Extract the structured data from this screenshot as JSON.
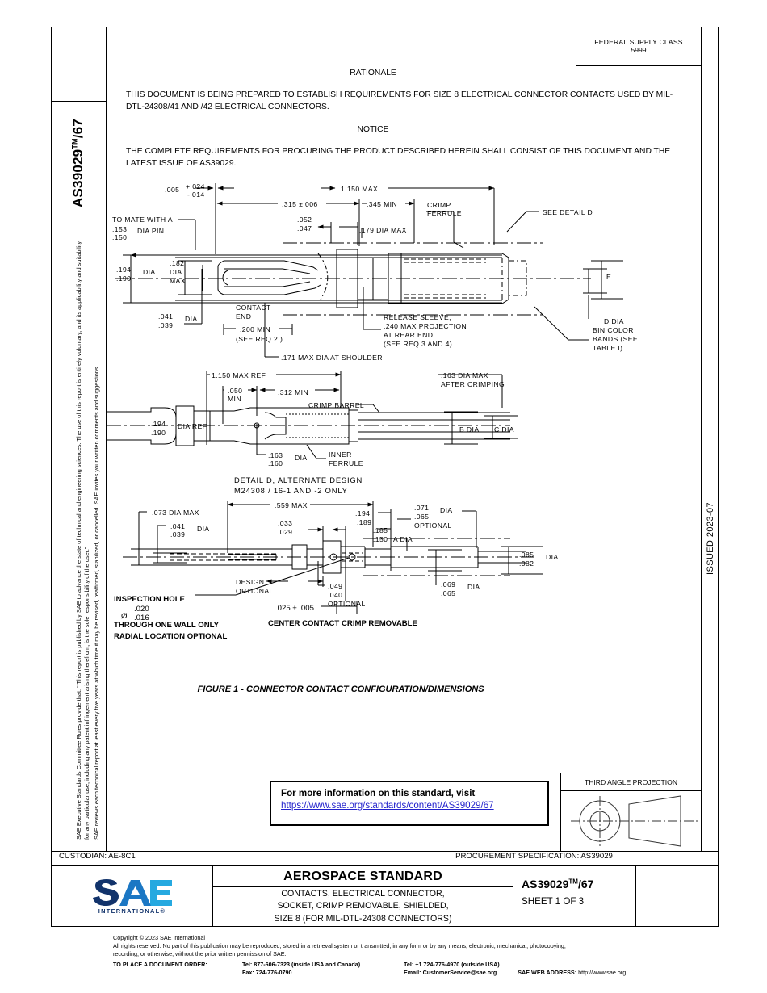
{
  "document": {
    "vertical_title": "AS39029",
    "vertical_title_tm": "TM",
    "vertical_title_suffix": "/67",
    "issued": "ISSUED 2023-07"
  },
  "legal": {
    "para1": "SAE Executive Standards Committee Rules provide that: “ This report is published by SAE to advance the state of technical and engineering sciences. The use of this report is entirely voluntary, and its applicability and suitability for any particular use, including any patent infringement arising therefrom, is the sole responsibility of the user.”",
    "para2": "SAE reviews each technical report at least every five years at which time it may be revised, reaffirmed, stabilized, or cancelled. SAE invites your written comments and suggestions."
  },
  "fsc": {
    "label": "FEDERAL SUPPLY CLASS",
    "value": "5999"
  },
  "header": {
    "rationale_heading": "RATIONALE",
    "rationale_body": "THIS DOCUMENT IS BEING PREPARED TO ESTABLISH REQUIREMENTS FOR SIZE 8 ELECTRICAL CONNECTOR CONTACTS USED BY MIL-DTL-24308/41 AND /42 ELECTRICAL CONNECTORS.",
    "notice_heading": "NOTICE",
    "notice_body": "THE COMPLETE REQUIREMENTS FOR PROCURING THE PRODUCT DESCRIBED HEREIN SHALL CONSIST OF THIS DOCUMENT AND THE LATEST ISSUE OF AS39029."
  },
  "figure": {
    "caption": "FIGURE 1 - CONNECTOR CONTACT CONFIGURATION/DIMENSIONS",
    "view1": {
      "d_005": ".005",
      "d_005_plus": "+.024",
      "d_005_minus": "-.014",
      "d_1150max": "1.150  MAX",
      "d_315": ".315 ±.006",
      "d_345": ".345  MIN",
      "crimp_ferrule": "CRIMP\nFERRULE",
      "see_detail_d": "SEE DETAIL D",
      "mate_with": "TO MATE WITH A",
      "d_153": ".153",
      "d_150": ".150",
      "dia_pin": "DIA PIN",
      "d_052": ".052",
      "d_047": ".047",
      "d_179": ".179  DIA MAX",
      "d_194": ".194",
      "d_190": ".190",
      "dia": "DIA",
      "d_182": ".182",
      "dia_max_1": "DIA",
      "dia_max_2": "MAX",
      "e_label": "E",
      "d_041": ".041",
      "d_039": ".039",
      "dia2": "DIA",
      "contact_end": "CONTACT\nEND",
      "d_200min": ".200 MIN",
      "see_req2": "(SEE REQ 2 )",
      "release_sleeve_1": "RELEASE SLEEVE,",
      "release_sleeve_2": ".240 MAX PROJECTION",
      "release_sleeve_3": "AT REAR END",
      "release_sleeve_4": "(SEE REQ 3 AND 4)",
      "d_dia": "D DIA",
      "bin_color_1": "BIN COLOR",
      "bin_color_2": "BANDS (SEE",
      "bin_color_3": "TABLE I)",
      "d_171": ".171  MAX DIA  AT SHOULDER"
    },
    "view2": {
      "d_1150ref": "1.150  MAX REF",
      "d_163max_1": ".163 DIA MAX",
      "d_163max_2": "AFTER CRIMPING",
      "d_050": ".050",
      "min": "MIN",
      "d_312": ".312  MIN",
      "crimp_barrel": "CRIMP BARREL",
      "d_194": ".194",
      "d_190": ".190",
      "dia_ref": "DIA REF",
      "b_dia": "B DIA",
      "c_dia": "C DIA",
      "d_163": ".163",
      "d_160": ".160",
      "dia": "DIA",
      "inner_ferrule_1": "INNER",
      "inner_ferrule_2": "FERRULE",
      "detail_line1": "DETAIL  D,  ALTERNATE  DESIGN",
      "detail_line2": "M24308 / 16-1  AND  -2 ONLY"
    },
    "view3": {
      "d_073": ".073  DIA MAX",
      "d_559": ".559 MAX",
      "d_194": ".194",
      "d_189": ".189",
      "d_071": ".071",
      "d_065": ".065",
      "dia_opt_1": "DIA",
      "dia_opt_2": "OPTIONAL",
      "d_041": ".041",
      "d_039": ".039",
      "dia": "DIA",
      "d_033": ".033",
      "d_029": ".029",
      "d_185": ".185",
      "d_150": ".150",
      "a_dia": "A  DIA",
      "d_085": ".085",
      "d_082": ".082",
      "dia_085": "DIA",
      "inspection_hole": "INSPECTION HOLE",
      "phi": "Ø",
      "d_020": ".020",
      "d_016": ".016",
      "through_wall": "THROUGH ONE WALL ONLY",
      "radial": "RADIAL LOCATION OPTIONAL",
      "design_1": "DESIGN",
      "design_2": "OPTIONAL",
      "d_025": ".025 ± .005",
      "d_049": ".049",
      "d_040": ".040",
      "opt": "OPTIONAL",
      "d_069": ".069",
      "d_065b": ".065",
      "dia_069": "DIA",
      "center_contact": "CENTER CONTACT CRIMP REMOVABLE"
    }
  },
  "info_box": {
    "line1": "For more information on this standard, visit",
    "link": "https://www.sae.org/standards/content/AS39029/67"
  },
  "third_angle": {
    "title": "THIRD ANGLE PROJECTION"
  },
  "custodian_row": {
    "custodian": "CUSTODIAN: AE-8C1",
    "procurement": "PROCUREMENT SPECIFICATION: AS39029"
  },
  "title_block": {
    "logo_name": "SAE",
    "logo_sub": "INTERNATIONAL®",
    "standard_type": "AEROSPACE STANDARD",
    "title_line1": "CONTACTS, ELECTRICAL CONNECTOR,",
    "title_line2": "SOCKET, CRIMP REMOVABLE, SHIELDED,",
    "title_line3": "SIZE 8 (FOR MIL-DTL-24308 CONNECTORS)",
    "doc_number": "AS39029",
    "doc_tm": "TM",
    "doc_suffix": "/67",
    "sheet": "SHEET 1 OF 3"
  },
  "footer": {
    "copyright": "Copyright © 2023 SAE International",
    "rights1": "All rights reserved. No part of this publication may be reproduced, stored in a retrieval system or transmitted, in any form or by any means, electronic, mechanical, photocopying,",
    "rights2": "recording, or otherwise, without the prior written permission of SAE.",
    "order_label": "TO PLACE A DOCUMENT ORDER:",
    "tel_inside": "Tel: 877-606-7323 (inside USA and Canada)",
    "fax": "Fax: 724-776-0790",
    "tel_outside": "Tel: +1 724-776-4970 (outside USA)",
    "email": "Email: CustomerService@sae.org",
    "web_label": "SAE WEB ADDRESS:",
    "web_url": "http://www.sae.org"
  },
  "colors": {
    "logo_dark": "#12336b",
    "logo_light": "#26a9e0",
    "link": "#2222cc"
  }
}
